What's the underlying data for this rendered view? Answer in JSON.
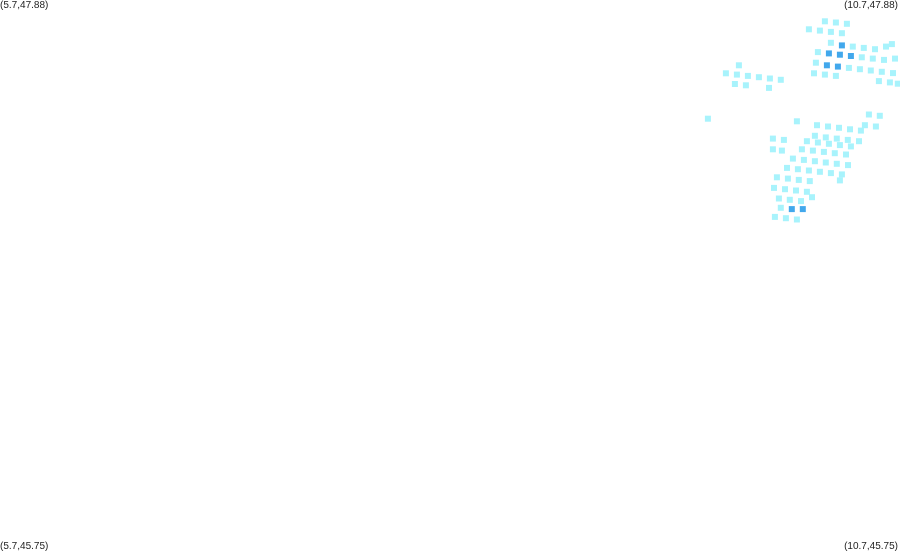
{
  "corners": {
    "top_left": "(5.7,47.88)",
    "top_right": "(10.7,47.88)",
    "bottom_left": "(5.7,45.75)",
    "bottom_right": "(10.7,45.75)"
  },
  "extent": {
    "lon_min": 5.7,
    "lon_max": 10.7,
    "lat_min": 45.75,
    "lat_max": 47.88
  },
  "colors": {
    "light": "#a8f3fc",
    "dark": "#42a8ec",
    "background": "#ffffff",
    "text": "#222222"
  },
  "cells": [
    [
      10.283,
      47.798,
      "light"
    ],
    [
      10.344,
      47.793,
      "light"
    ],
    [
      10.405,
      47.788,
      "light"
    ],
    [
      10.194,
      47.767,
      "light"
    ],
    [
      10.255,
      47.762,
      "light"
    ],
    [
      10.316,
      47.757,
      "light"
    ],
    [
      10.377,
      47.752,
      "light"
    ],
    [
      10.316,
      47.715,
      "light"
    ],
    [
      10.377,
      47.705,
      "dark"
    ],
    [
      10.438,
      47.7,
      "light"
    ],
    [
      10.499,
      47.695,
      "light"
    ],
    [
      10.561,
      47.69,
      "light"
    ],
    [
      10.622,
      47.7,
      "light"
    ],
    [
      10.655,
      47.71,
      "light"
    ],
    [
      10.244,
      47.679,
      "light"
    ],
    [
      10.305,
      47.674,
      "dark"
    ],
    [
      10.366,
      47.669,
      "dark"
    ],
    [
      10.427,
      47.664,
      "dark"
    ],
    [
      10.488,
      47.659,
      "light"
    ],
    [
      10.549,
      47.654,
      "light"
    ],
    [
      10.611,
      47.649,
      "light"
    ],
    [
      10.672,
      47.654,
      "light"
    ],
    [
      10.233,
      47.638,
      "light"
    ],
    [
      10.294,
      47.628,
      "dark"
    ],
    [
      10.355,
      47.623,
      "dark"
    ],
    [
      10.416,
      47.618,
      "light"
    ],
    [
      10.477,
      47.613,
      "light"
    ],
    [
      10.538,
      47.608,
      "light"
    ],
    [
      10.599,
      47.603,
      "light"
    ],
    [
      10.661,
      47.598,
      "light"
    ],
    [
      10.222,
      47.597,
      "light"
    ],
    [
      10.283,
      47.592,
      "light"
    ],
    [
      10.344,
      47.587,
      "light"
    ],
    [
      10.583,
      47.567,
      "light"
    ],
    [
      10.644,
      47.562,
      "light"
    ],
    [
      10.688,
      47.557,
      "light"
    ],
    [
      9.805,
      47.628,
      "light"
    ],
    [
      9.733,
      47.597,
      "light"
    ],
    [
      9.794,
      47.592,
      "light"
    ],
    [
      9.855,
      47.587,
      "light"
    ],
    [
      9.916,
      47.582,
      "light"
    ],
    [
      9.977,
      47.577,
      "light"
    ],
    [
      10.038,
      47.572,
      "light"
    ],
    [
      9.783,
      47.556,
      "light"
    ],
    [
      9.844,
      47.551,
      "light"
    ],
    [
      9.972,
      47.541,
      "light"
    ],
    [
      9.633,
      47.422,
      "light"
    ],
    [
      10.127,
      47.412,
      "light"
    ],
    [
      10.527,
      47.438,
      "light"
    ],
    [
      10.588,
      47.433,
      "light"
    ],
    [
      10.505,
      47.397,
      "light"
    ],
    [
      10.566,
      47.392,
      "light"
    ],
    [
      10.239,
      47.397,
      "light"
    ],
    [
      10.3,
      47.392,
      "light"
    ],
    [
      10.361,
      47.387,
      "light"
    ],
    [
      10.422,
      47.381,
      "light"
    ],
    [
      10.483,
      47.376,
      "light"
    ],
    [
      10.227,
      47.356,
      "light"
    ],
    [
      10.288,
      47.35,
      "light"
    ],
    [
      10.349,
      47.345,
      "light"
    ],
    [
      10.41,
      47.34,
      "light"
    ],
    [
      10.472,
      47.335,
      "light"
    ],
    [
      9.994,
      47.345,
      "light"
    ],
    [
      10.055,
      47.34,
      "light"
    ],
    [
      10.183,
      47.335,
      "light"
    ],
    [
      10.244,
      47.33,
      "light"
    ],
    [
      10.305,
      47.325,
      "light"
    ],
    [
      10.366,
      47.32,
      "light"
    ],
    [
      10.427,
      47.315,
      "light"
    ],
    [
      9.994,
      47.304,
      "light"
    ],
    [
      10.044,
      47.299,
      "light"
    ],
    [
      10.155,
      47.304,
      "light"
    ],
    [
      10.216,
      47.299,
      "light"
    ],
    [
      10.277,
      47.294,
      "light"
    ],
    [
      10.338,
      47.289,
      "light"
    ],
    [
      10.4,
      47.284,
      "light"
    ],
    [
      10.105,
      47.268,
      "light"
    ],
    [
      10.166,
      47.263,
      "light"
    ],
    [
      10.227,
      47.258,
      "light"
    ],
    [
      10.288,
      47.253,
      "light"
    ],
    [
      10.349,
      47.248,
      "light"
    ],
    [
      10.411,
      47.243,
      "light"
    ],
    [
      10.072,
      47.232,
      "light"
    ],
    [
      10.133,
      47.227,
      "light"
    ],
    [
      10.194,
      47.222,
      "light"
    ],
    [
      10.255,
      47.217,
      "light"
    ],
    [
      10.316,
      47.212,
      "light"
    ],
    [
      10.377,
      47.207,
      "light"
    ],
    [
      10.016,
      47.196,
      "light"
    ],
    [
      10.077,
      47.191,
      "light"
    ],
    [
      10.138,
      47.186,
      "light"
    ],
    [
      10.199,
      47.181,
      "light"
    ],
    [
      10.366,
      47.184,
      "light"
    ],
    [
      10.0,
      47.155,
      "light"
    ],
    [
      10.061,
      47.15,
      "light"
    ],
    [
      10.122,
      47.145,
      "light"
    ],
    [
      10.183,
      47.14,
      "light"
    ],
    [
      10.027,
      47.114,
      "light"
    ],
    [
      10.088,
      47.109,
      "light"
    ],
    [
      10.15,
      47.104,
      "light"
    ],
    [
      10.211,
      47.119,
      "light"
    ],
    [
      10.038,
      47.078,
      "light"
    ],
    [
      10.099,
      47.073,
      "dark"
    ],
    [
      10.16,
      47.073,
      "dark"
    ],
    [
      10.005,
      47.043,
      "light"
    ],
    [
      10.066,
      47.038,
      "light"
    ],
    [
      10.127,
      47.033,
      "light"
    ]
  ]
}
